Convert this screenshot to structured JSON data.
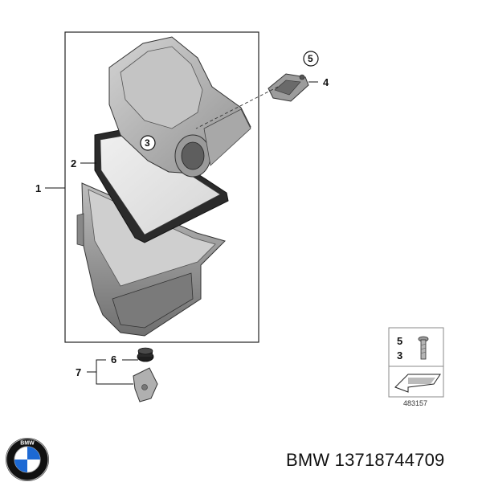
{
  "callouts": {
    "c1": "1",
    "c2": "2",
    "c3": "3",
    "c4": "4",
    "c5": "5",
    "c6": "6",
    "c7": "7"
  },
  "legend": {
    "num_top": "5",
    "num_bottom": "3",
    "ref_number": "483157"
  },
  "logo": {
    "text": "BMW"
  },
  "caption": "BMW 13718744709"
}
